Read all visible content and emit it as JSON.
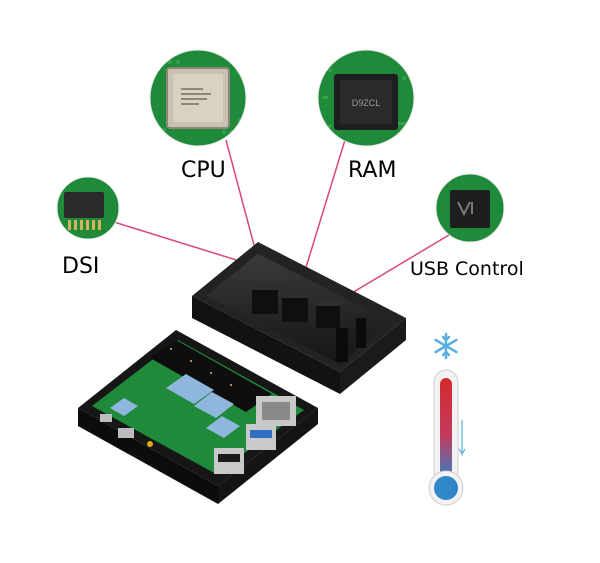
{
  "labels": {
    "cpu": "CPU",
    "ram": "RAM",
    "dsi": "DSI",
    "usb": "USB Control"
  },
  "chip_markings": {
    "ram": "D9ZCL"
  },
  "colors": {
    "pcb_green": "#1f8a3a",
    "leader_line": "#d8477a",
    "case_black": "#1b1b1b",
    "thermal_pad_blue": "#8fb6dd",
    "thermometer_red": "#d42a2a",
    "thermometer_blue": "#2f86c8",
    "snowflake": "#5aaee3"
  },
  "icons": [
    "snowflake-icon",
    "thermometer-icon"
  ]
}
